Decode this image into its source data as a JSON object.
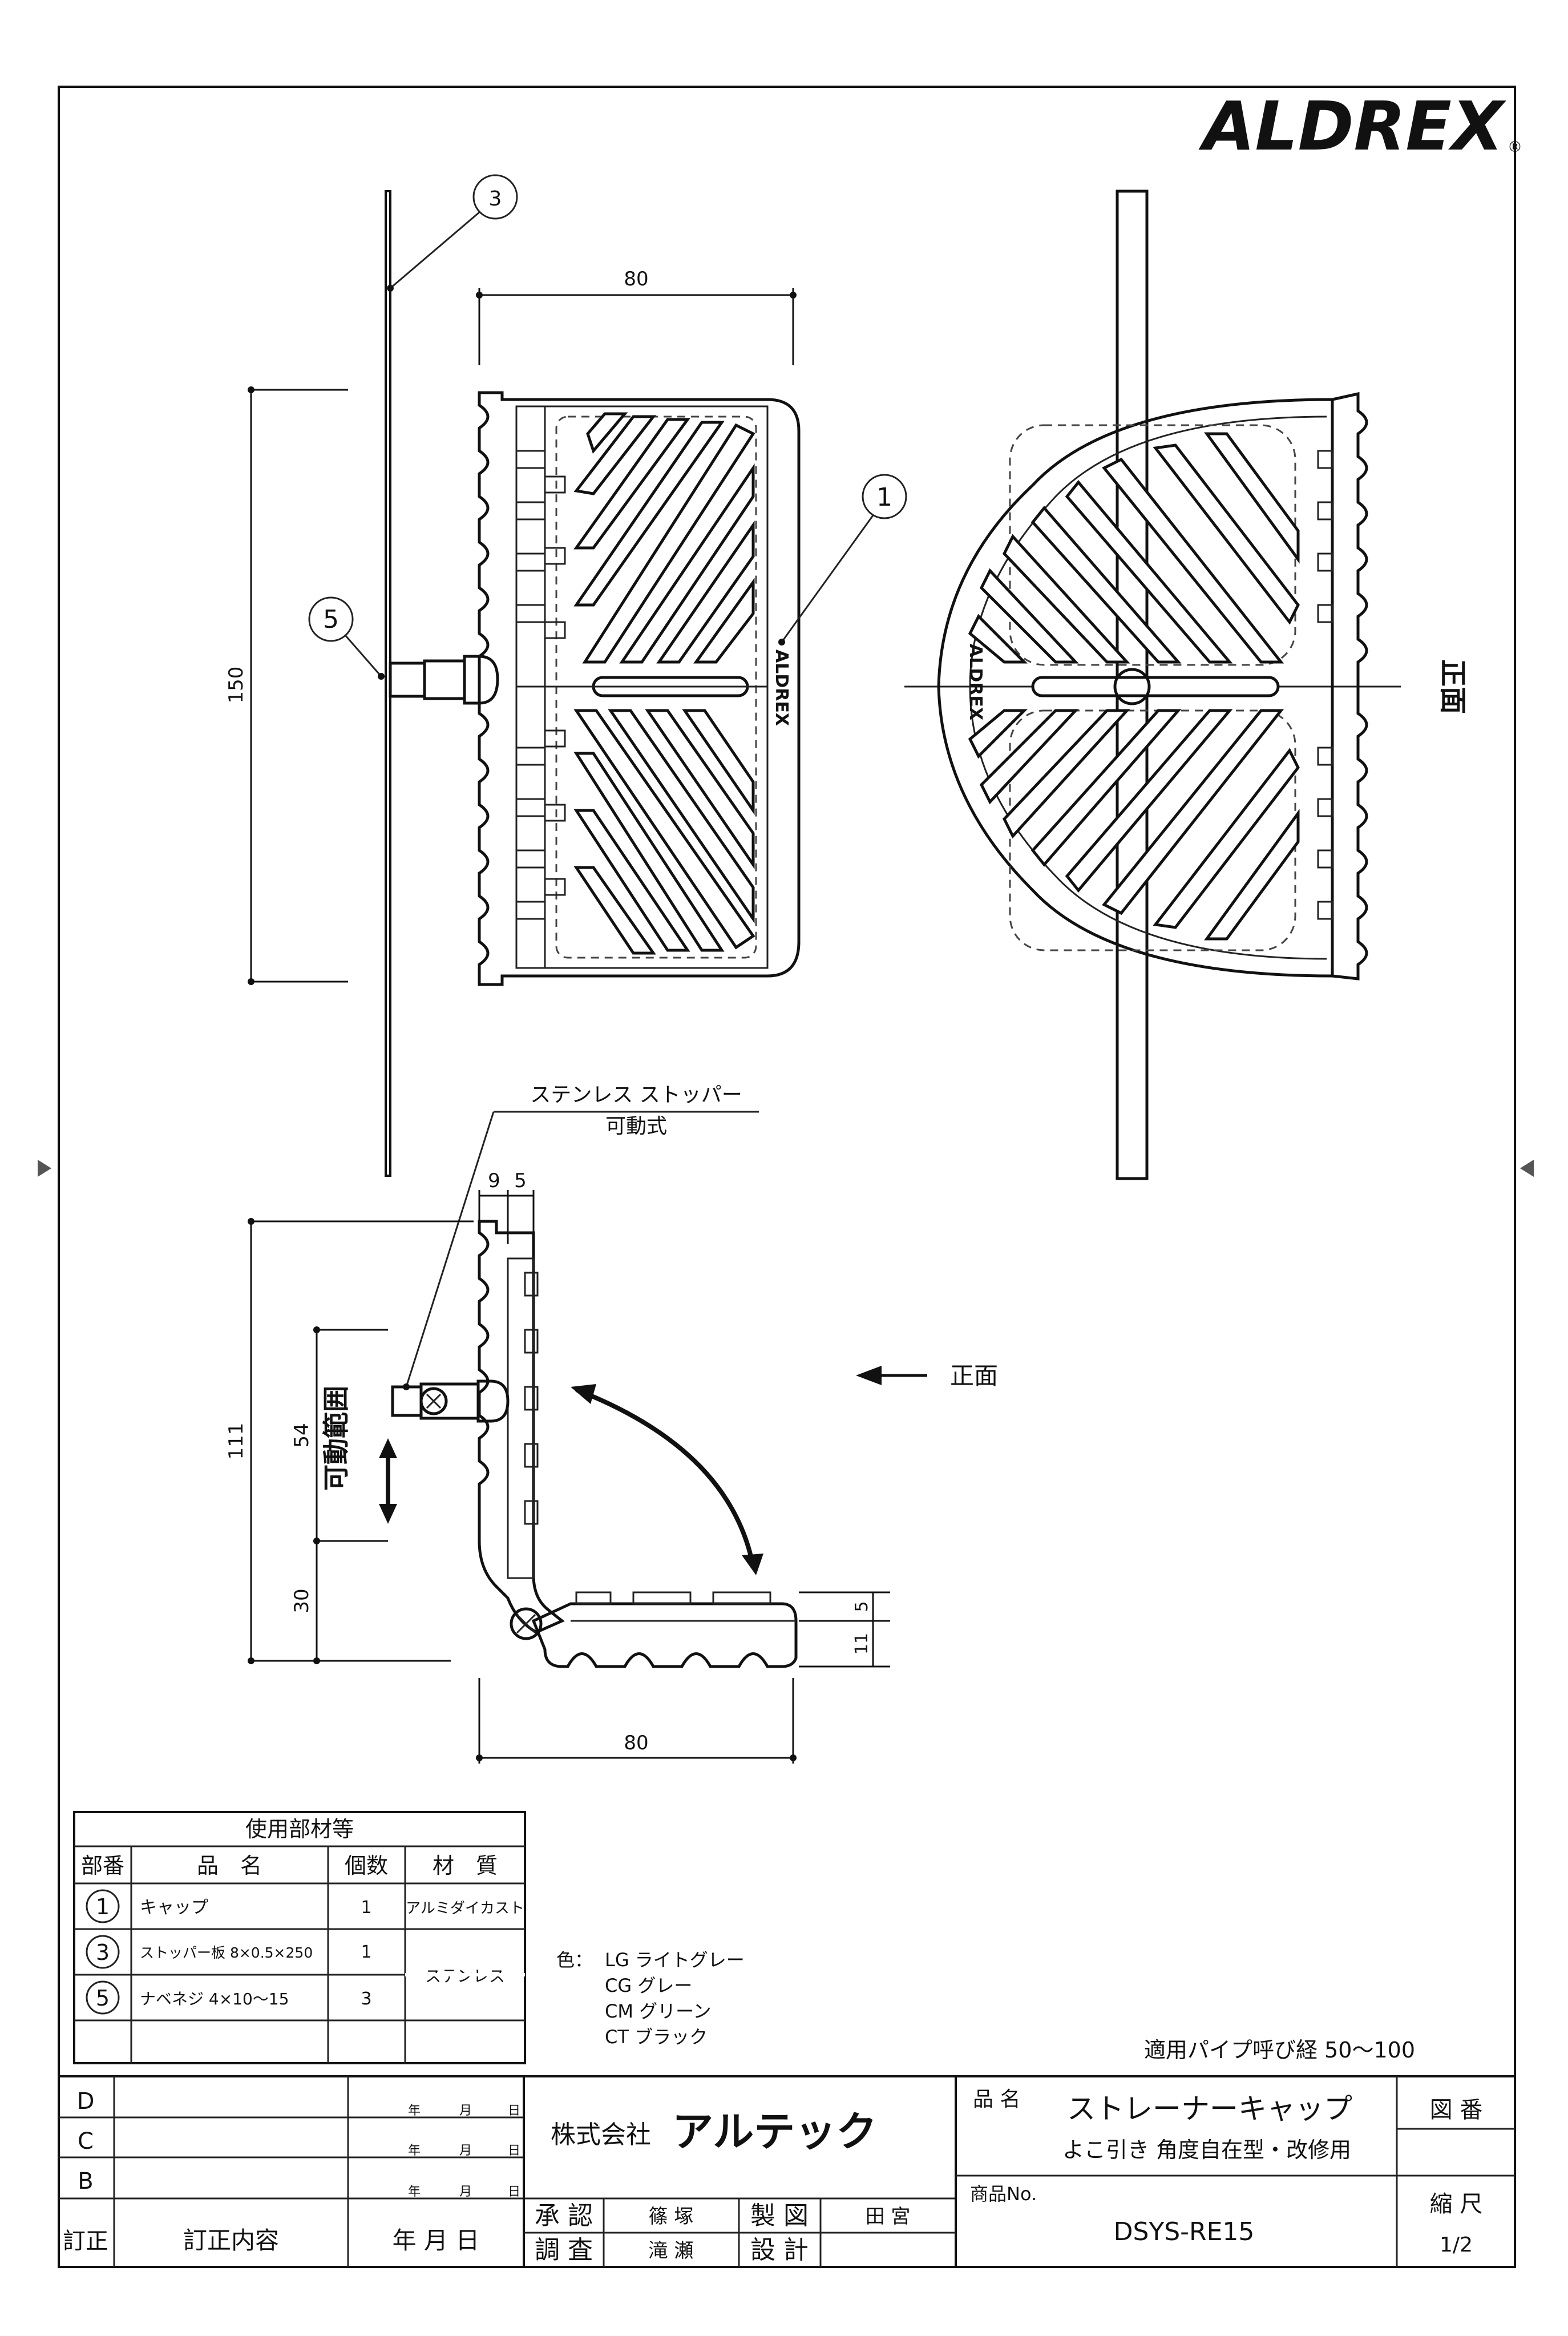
{
  "brand": {
    "logo": "ALDREX",
    "registered": "®"
  },
  "views": {
    "top_dim": "80",
    "left_dim": "150",
    "front_label": "正面",
    "cap_marking": "ALDREX",
    "callouts": [
      "3",
      "1",
      "5"
    ]
  },
  "side_view": {
    "stopper_label": "ステンレス ストッパー",
    "movable_label": "可動式",
    "dim_9": "9",
    "dim_5": "5",
    "dim_111": "111",
    "dim_54": "54",
    "dim_30": "30",
    "range_label": "可動範囲",
    "front_arrow_label": "正面",
    "dim_5b": "5",
    "dim_11": "11",
    "bottom_dim": "80"
  },
  "parts_table": {
    "title": "使用部材等",
    "headers": [
      "部番",
      "品　名",
      "個数",
      "材　質"
    ],
    "rows": [
      {
        "no": "1",
        "name": "キャップ",
        "qty": "1",
        "material": "アルミダイカスト"
      },
      {
        "no": "3",
        "name": "ストッパー板 8×0.5×250",
        "qty": "1",
        "material": "ステンレス"
      },
      {
        "no": "5",
        "name": "ナベネジ 4×10〜15",
        "qty": "3",
        "material": ""
      }
    ]
  },
  "colors_note": {
    "label": "色：",
    "items": [
      "LG ライトグレー",
      "CG グレー",
      "CM グリーン",
      "CT ブラック"
    ]
  },
  "pipe_note": "適用パイプ呼び経 50〜100",
  "title_block": {
    "revisions": [
      "D",
      "C",
      "B"
    ],
    "ymd": [
      "年",
      "月",
      "日"
    ],
    "rev_header": [
      "訂正",
      "訂正内容",
      "年 月 日"
    ],
    "company": "株式会社",
    "company_logo": "アルテック",
    "approve": "承 認",
    "approve_name": "篠 塚",
    "drawn": "製 図",
    "drawn_name": "田 宮",
    "check": "調 査",
    "check_name": "滝 瀬",
    "design": "設 計",
    "product_label": "品 名",
    "product_name": "ストレーナーキャップ",
    "product_sub": "よこ引き 角度自在型・改修用",
    "drawing_no_label": "図 番",
    "product_no_label": "商品No.",
    "product_no": "DSYS-RE15",
    "scale_label": "縮 尺",
    "scale": "1/2"
  }
}
